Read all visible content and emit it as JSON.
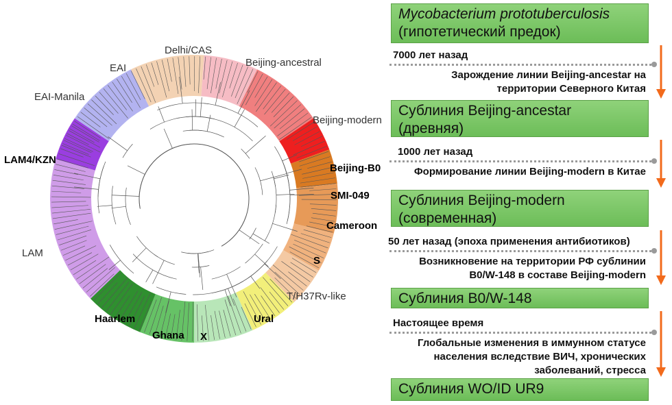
{
  "tree": {
    "clades": [
      {
        "label": "EAI-Manila",
        "color": "#ffffff",
        "bold": false
      },
      {
        "label": "EAI",
        "color": "#b3b3f0",
        "bold": false
      },
      {
        "label": "Delhi/CAS",
        "color": "#f3d2b3",
        "bold": false
      },
      {
        "label": "Beijing-ancestral",
        "color": "#f6bcc4",
        "bold": false
      },
      {
        "label": "Beijing-modern",
        "color": "#f07f7f",
        "bold": false
      },
      {
        "label": "Beijing-B0",
        "color": "#ee1f1f",
        "bold": true
      },
      {
        "label": "SMI-049",
        "color": "#d97a22",
        "bold": true
      },
      {
        "label": "Cameroon",
        "color": "#e79a58",
        "bold": true
      },
      {
        "label": "S",
        "color": "#f0b27e",
        "bold": true
      },
      {
        "label": "T/H37Rv-like",
        "color": "#f4c9a3",
        "bold": false
      },
      {
        "label": "Ural",
        "color": "#f2ef7a",
        "bold": true
      },
      {
        "label": "X",
        "color": "#b8e6b8",
        "bold": true
      },
      {
        "label": "Ghana",
        "color": "#66c266",
        "bold": true
      },
      {
        "label": "Haarlem",
        "color": "#2f8f2f",
        "bold": true
      },
      {
        "label": "LAM",
        "color": "#cf9ce8",
        "bold": false
      },
      {
        "label": "LAM4/KZN",
        "color": "#9a3ee0",
        "bold": true
      }
    ]
  },
  "timeline": {
    "stages": [
      {
        "line1": "Mycobacterium prototuberculosis",
        "line2": "(гипотетический предок)"
      },
      {
        "line1": "Сублиния Beijing-ancestar",
        "line2": "(древняя)"
      },
      {
        "line1": "Сублиния Beijing-modern",
        "line2": "(современная)"
      },
      {
        "line1": "Сублиния B0/W-148",
        "line2": ""
      },
      {
        "line1": "Сублиния WO/ID  UR9",
        "line2": ""
      }
    ],
    "transitions": [
      {
        "time": "7000 лет назад",
        "event_line1": "Зарождение линии Beijing-ancestar на",
        "event_line2": "территории Северного Китая",
        "event_line3": ""
      },
      {
        "time": "1000 лет назад",
        "event_line1": "Формирование линии Beijing-modern в Китае",
        "event_line2": "",
        "event_line3": ""
      },
      {
        "time": "50 лет назад (эпоха применения антибиотиков)",
        "event_line1": "Возникновение на территории РФ сублинии",
        "event_line2": "B0/W-148 в составе Beijing-modern",
        "event_line3": ""
      },
      {
        "time": "Настоящее время",
        "event_line1": "Глобальные изменения в иммунном статусе",
        "event_line2": "населения вследствие ВИЧ, хронических",
        "event_line3": "заболеваний, стресса"
      }
    ],
    "arrow_color": "#f26a1b",
    "dots_color": "#9a9a9a"
  }
}
